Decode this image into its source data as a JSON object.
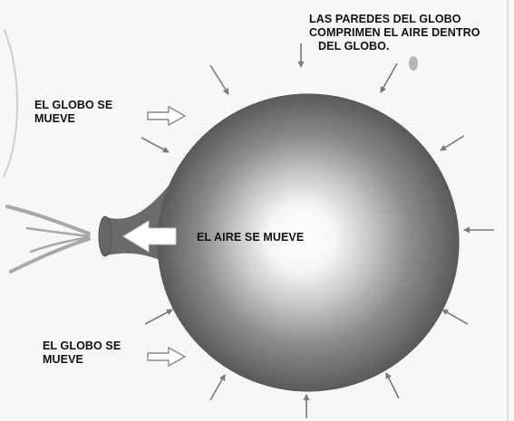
{
  "labels": {
    "walls_compress": [
      "LAS PAREDES DEL GLOBO",
      "COMPRIMEN EL AIRE DENTRO",
      "DEL GLOBO."
    ],
    "balloon_moves_top": [
      "EL GLOBO SE",
      "MUEVE"
    ],
    "balloon_moves_bottom": [
      "EL GLOBO SE",
      "MUEVE"
    ],
    "air_moves": "EL AIRE SE MUEVE"
  },
  "colors": {
    "background": "#f7f7f5",
    "balloon_edge": "#5e5e5e",
    "balloon_center": "#ffffff",
    "arrow": "#7a7a7a",
    "text": "#111111"
  },
  "icons": {
    "pressure_arrows": "arrow-pointing-inward",
    "movement_arrows": "outline-arrow-right",
    "air_arrow": "outline-arrow-left",
    "air_escape": "curved-lines"
  }
}
